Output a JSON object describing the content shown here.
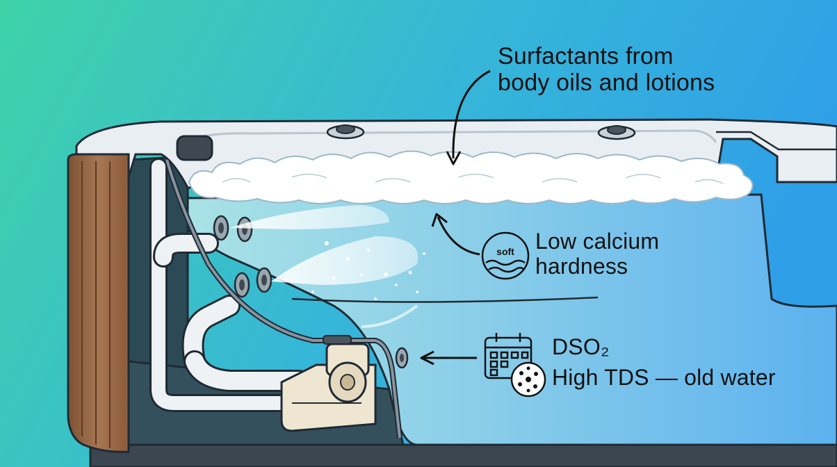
{
  "labels": {
    "surfactants": {
      "line1": "Surfactants from",
      "line2": "body oils and lotions"
    },
    "calcium": {
      "line1": "Low calcium",
      "line2": "hardness",
      "icon_text": "soft"
    },
    "tds": {
      "line1": "DSO₂",
      "line2": "High TDS — old water"
    }
  },
  "icons": {
    "soft_water": "soft-water-icon",
    "calendar": "calendar-icon",
    "dissolved_solids": "dissolved-solids-icon"
  },
  "colors": {
    "bg_left": "#3fd3a8",
    "bg_right": "#2f9fe8",
    "water": "#7cc6ee",
    "foam": "#ffffff",
    "wood": "#9a6a45",
    "shell": "#e9eef2",
    "ink": "#1f2a33"
  }
}
